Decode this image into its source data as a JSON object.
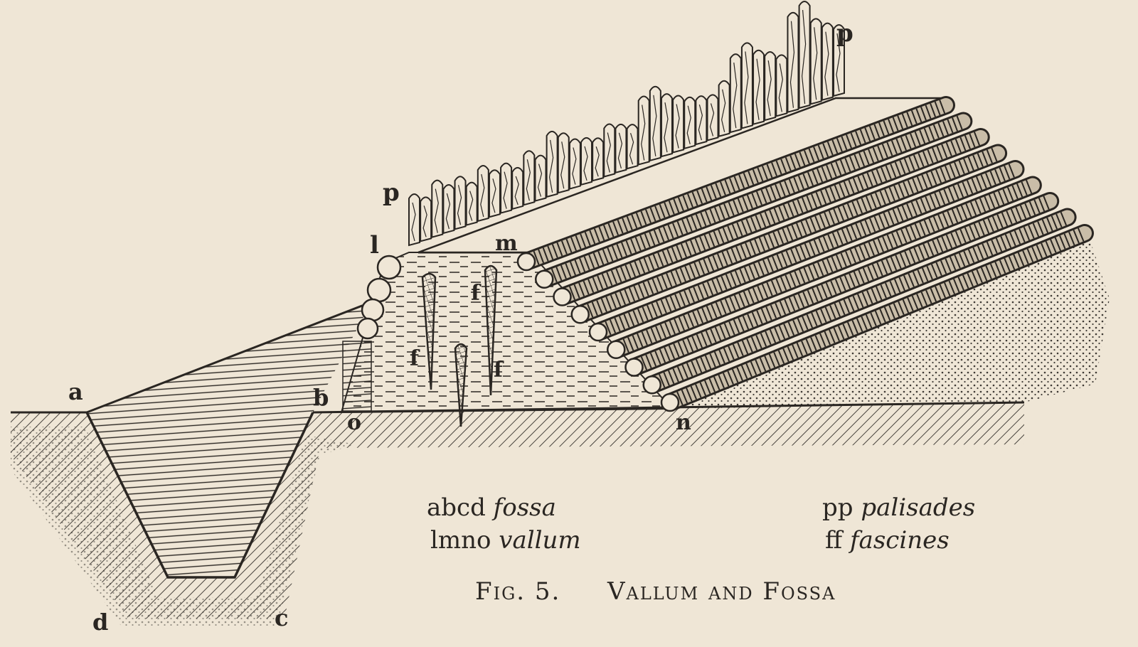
{
  "diagram": {
    "point_labels": {
      "a": "a",
      "b": "b",
      "c": "c",
      "d": "d",
      "l": "l",
      "m": "m",
      "n": "n",
      "o": "o",
      "p_left": "p",
      "p_right": "p",
      "f1": "f",
      "f2": "f",
      "f3": "f"
    },
    "legend": {
      "fossa_letters": "abcd",
      "fossa_term": "fossa",
      "vallum_letters": "lmno",
      "vallum_term": "vallum",
      "palisades_letters": "pp",
      "palisades_term": "palisades",
      "fascines_letters": "ff",
      "fascines_term": "fascines"
    },
    "caption": {
      "figure_number": "Fig. 5.",
      "title": "Vallum and Fossa"
    },
    "colors": {
      "paper": "#efe6d6",
      "ink": "#2a2622"
    }
  }
}
